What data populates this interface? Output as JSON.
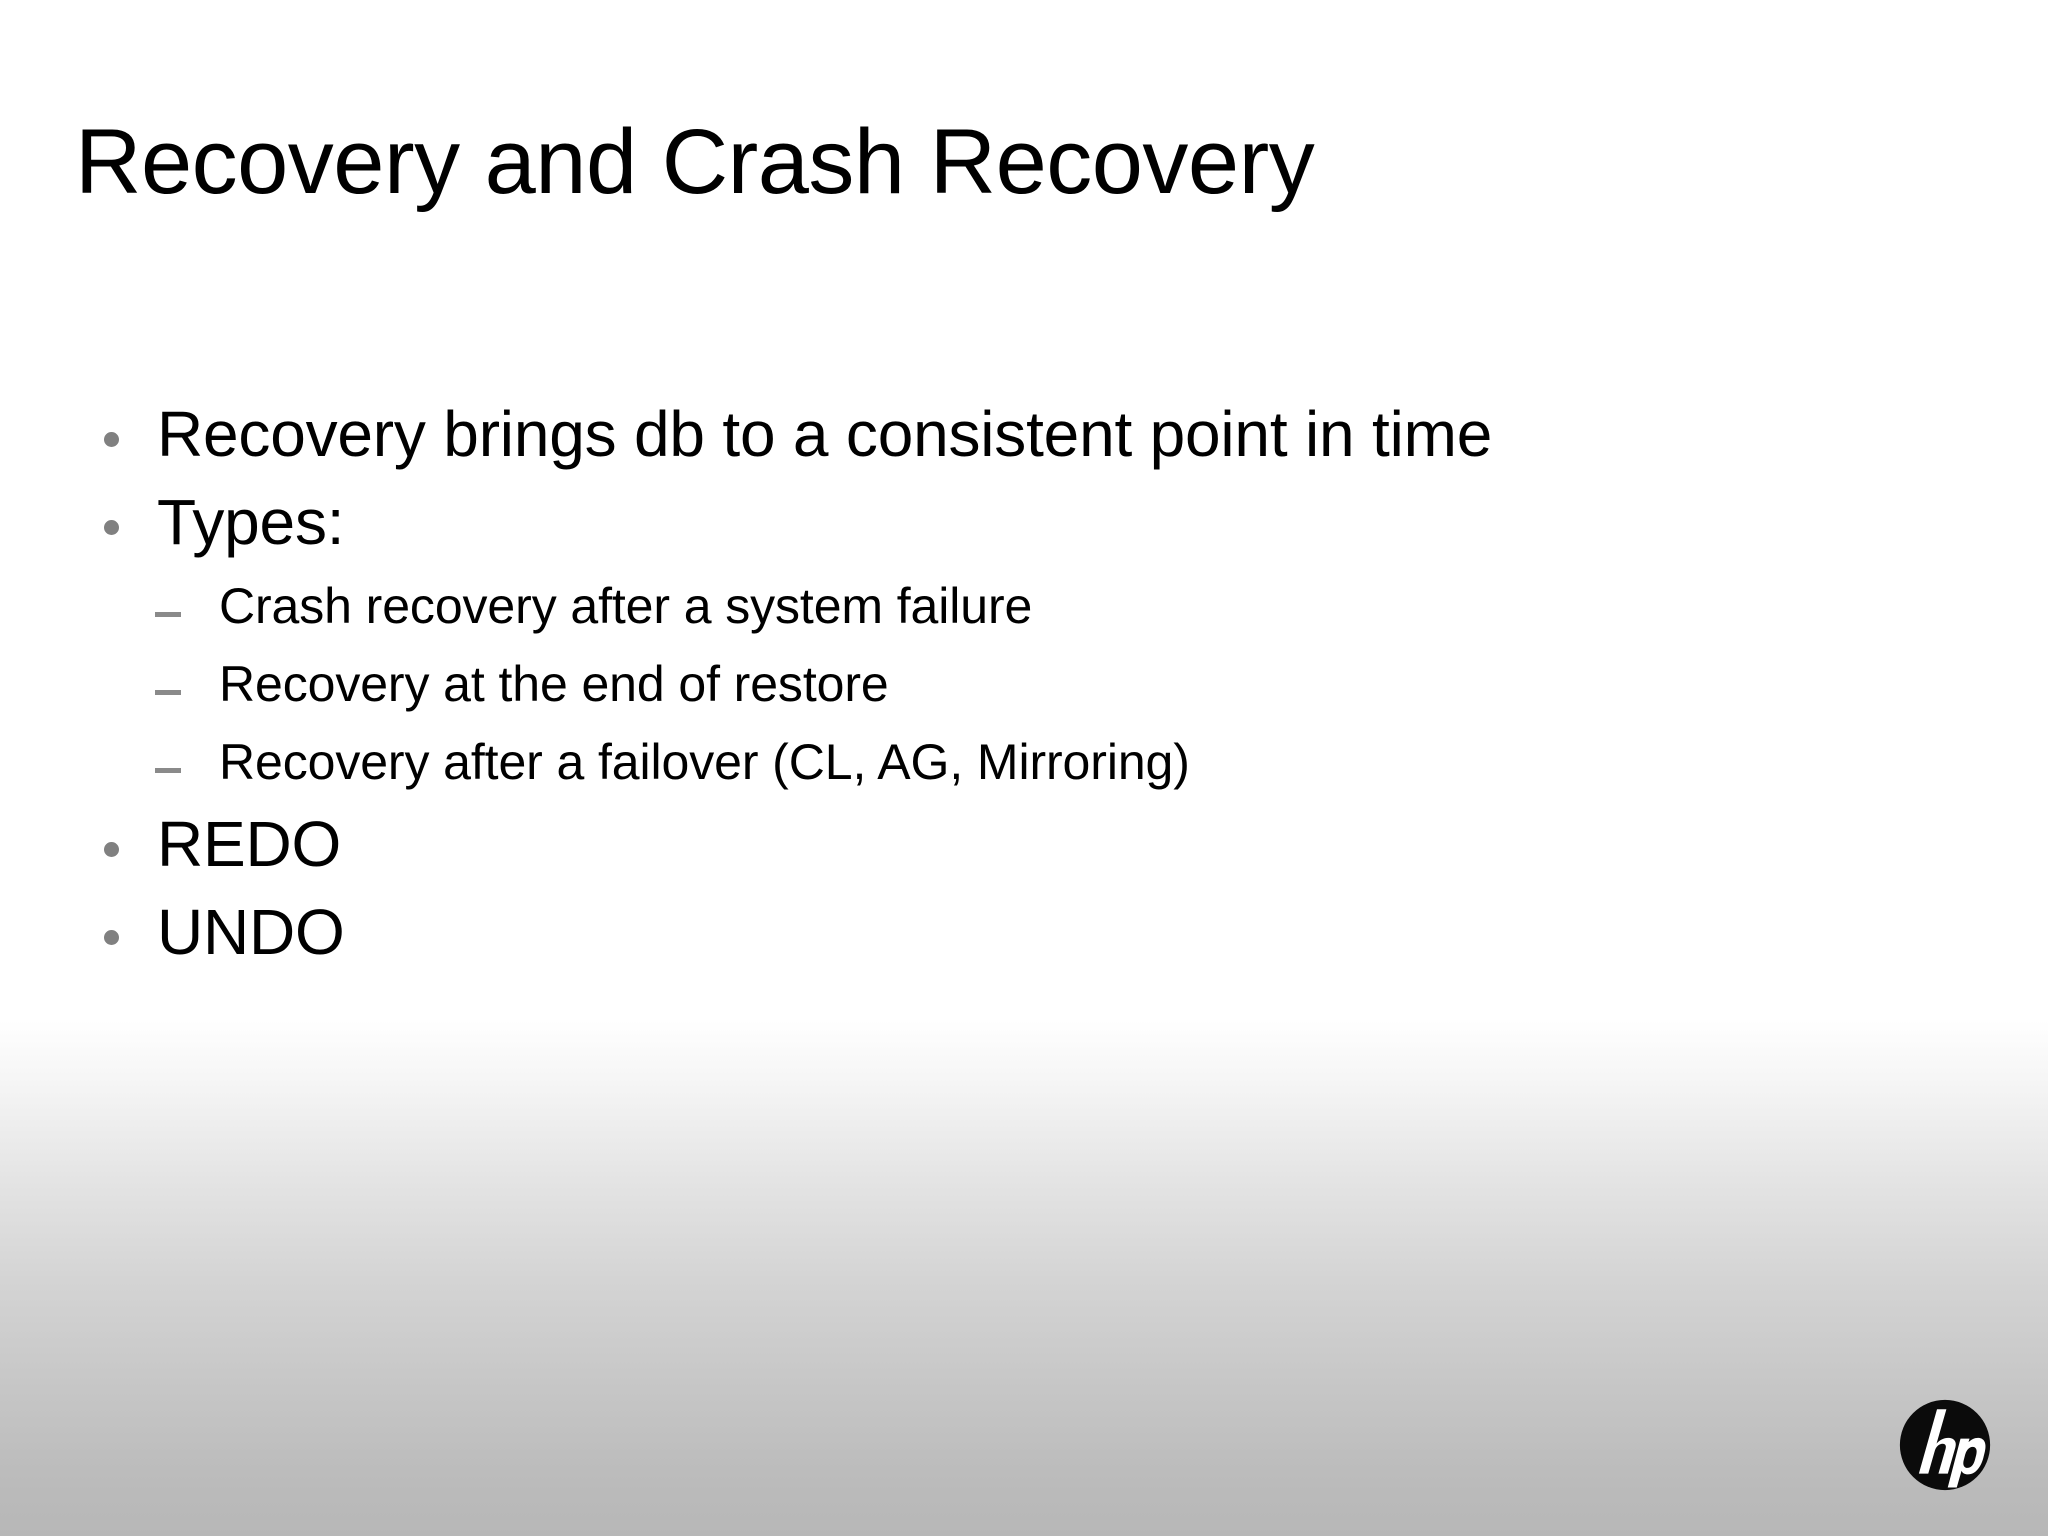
{
  "slide": {
    "title": "Recovery and Crash Recovery",
    "background_top_color": "#ffffff",
    "background_bottom_color": "#b7b7b7",
    "text_color": "#000000",
    "bullet_marker_color": "#808080",
    "dash_marker_color": "#8a8a8a"
  },
  "bullets": [
    {
      "level": 1,
      "marker": "round-dot",
      "text": "Recovery brings db to a consistent point in time"
    },
    {
      "level": 1,
      "marker": "round-dot",
      "text": "Types:"
    },
    {
      "level": 2,
      "marker": "dash",
      "text": "Crash recovery after a system failure"
    },
    {
      "level": 2,
      "marker": "dash",
      "text": "Recovery at the end of restore"
    },
    {
      "level": 2,
      "marker": "dash",
      "text": "Recovery after a failover (CL, AG, Mirroring)"
    },
    {
      "level": 1,
      "marker": "round-dot",
      "text": "REDO"
    },
    {
      "level": 1,
      "marker": "round-dot",
      "text": "UNDO"
    }
  ],
  "logo": {
    "name": "hp-logo",
    "wordmark": "hp",
    "circle_color": "#0b0b0b",
    "letter_color": "#ffffff"
  }
}
